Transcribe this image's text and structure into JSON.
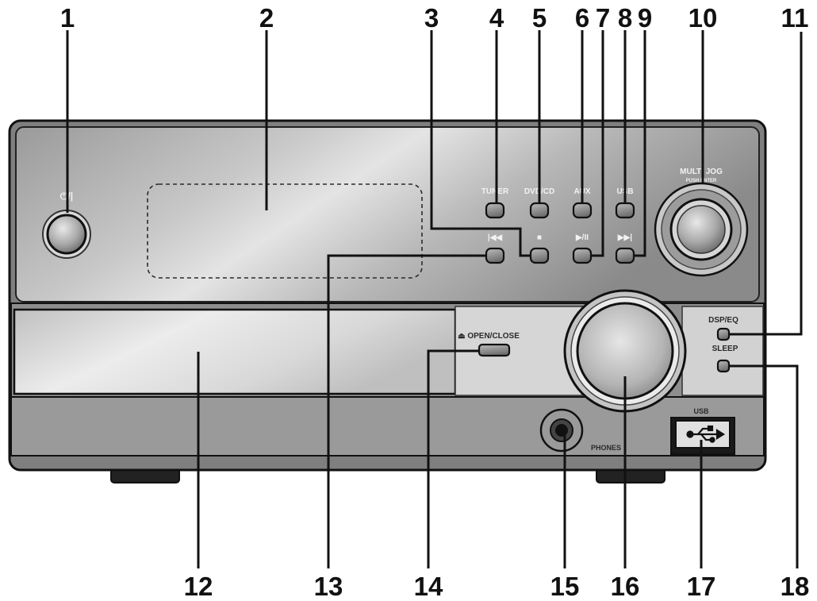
{
  "callouts": [
    "1",
    "2",
    "3",
    "4",
    "5",
    "6",
    "7",
    "8",
    "9",
    "10",
    "11",
    "12",
    "13",
    "14",
    "15",
    "16",
    "17",
    "18"
  ],
  "panel_labels": {
    "power": "⏻/|",
    "tuner": "TUNER",
    "dvd_cd": "DVD/CD",
    "aux": "AUX",
    "usb_top": "USB",
    "multi_jog": "MULTI JOG",
    "push_enter": "PUSH ENTER",
    "prev": "|◀◀",
    "stop": "■",
    "play_pause": "▶/II",
    "next": "▶▶|",
    "dsp_eq": "DSP/EQ",
    "sleep": "SLEEP",
    "open_close": "⏏ OPEN/CLOSE",
    "phones": "PHONES",
    "usb_port": "USB",
    "usb_symbol": "⮀"
  },
  "colors": {
    "body": "#8c8c8c",
    "panel_light": "#e6e6e6",
    "panel_dark": "#8a8a8a",
    "outline": "#111111",
    "lower_band": "#9a9a9a"
  }
}
